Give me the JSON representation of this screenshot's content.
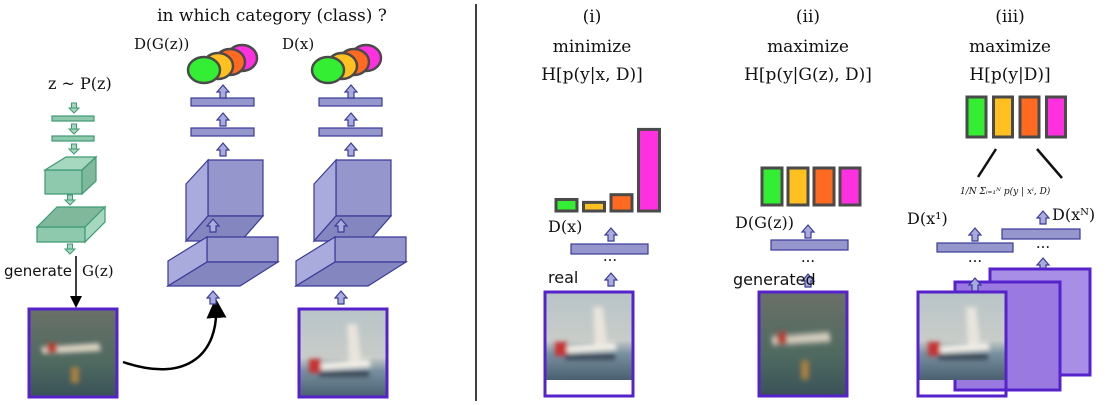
{
  "left": {
    "question": "in which category (class) ?",
    "dgz_label": "D(G(z))",
    "dx_label": "D(x)",
    "z_label": "z ~ P(z)",
    "generate_label": "generate",
    "gz_label": "G(z)"
  },
  "right": {
    "panels": [
      {
        "numeral": "(i)",
        "objective": "minimize",
        "entropy": "H[p(y|x, D)]",
        "output_label": "D(x)",
        "input_label": "real",
        "bar_values": [
          0.12,
          0.09,
          0.17,
          0.85
        ]
      },
      {
        "numeral": "(ii)",
        "objective": "maximize",
        "entropy": "H[p(y|G(z), D)]",
        "output_label": "D(G(z))",
        "input_label": "generated",
        "bar_values": [
          0.25,
          0.25,
          0.25,
          0.25
        ]
      },
      {
        "numeral": "(iii)",
        "objective": "maximize",
        "entropy": "H[p(y|D)]",
        "output_label_1": "D(x¹)",
        "output_label_n": "D(xᴺ)",
        "formula": "1/N Σᵢ₌₁ᴺ p(y | xⁱ, D)",
        "bar_values": [
          0.25,
          0.25,
          0.25,
          0.25
        ]
      }
    ],
    "ellipsis": "···"
  },
  "colors": {
    "class1": "#33ee33",
    "class2": "#ffc020",
    "class3": "#ff6a20",
    "class4": "#ff30e0",
    "frame": "#5522cc"
  }
}
